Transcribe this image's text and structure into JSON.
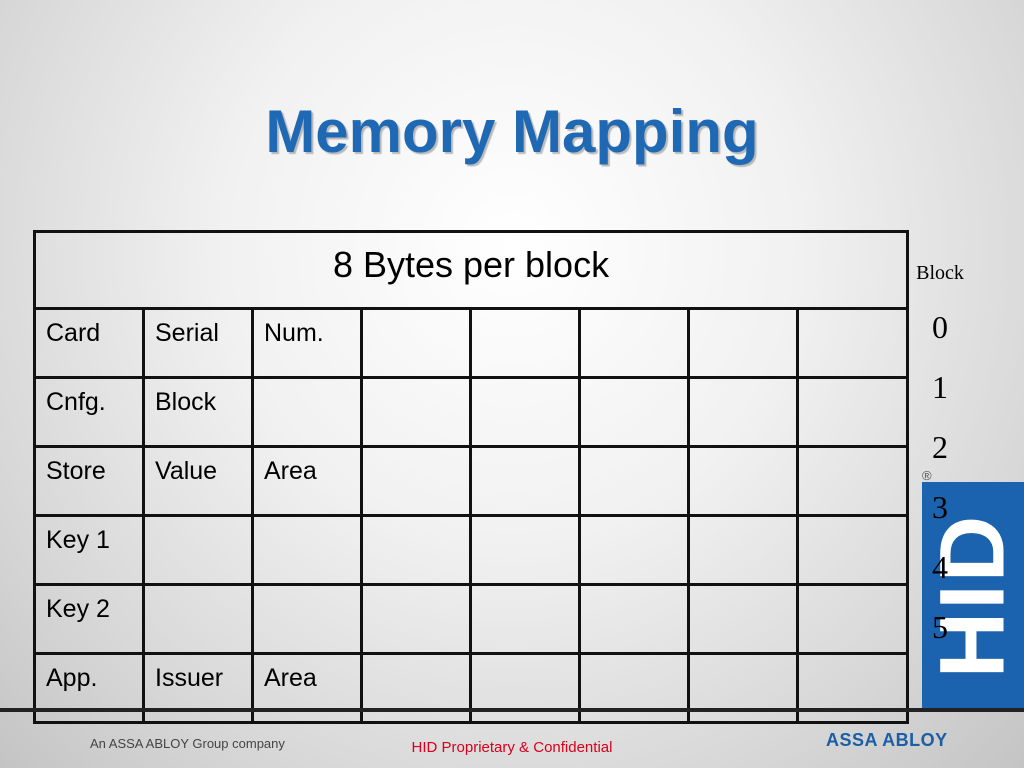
{
  "title": "Memory Mapping",
  "table": {
    "header": "8 Bytes per block",
    "rows": [
      [
        "Card",
        "Serial",
        "Num.",
        "",
        "",
        "",
        "",
        ""
      ],
      [
        "Cnfg.",
        "Block",
        "",
        "",
        "",
        "",
        "",
        ""
      ],
      [
        "Store",
        "Value",
        "Area",
        "",
        "",
        "",
        "",
        ""
      ],
      [
        "Key 1",
        "",
        "",
        "",
        "",
        "",
        "",
        ""
      ],
      [
        "Key 2",
        "",
        "",
        "",
        "",
        "",
        "",
        ""
      ],
      [
        "App.",
        "Issuer",
        "Area",
        "",
        "",
        "",
        "",
        ""
      ]
    ]
  },
  "block_column": {
    "label": "Block",
    "numbers": [
      "0",
      "1",
      "2",
      "3",
      "4",
      "5"
    ]
  },
  "logo": {
    "text": "HID",
    "registered": "®",
    "color": "#1b63ae"
  },
  "footer": {
    "left": "An ASSA ABLOY Group company",
    "center": "HID Proprietary & Confidential",
    "right": "ASSA ABLOY"
  },
  "colors": {
    "title": "#1f69b4",
    "footer_center": "#d8001a",
    "brand": "#1b5ea6"
  }
}
